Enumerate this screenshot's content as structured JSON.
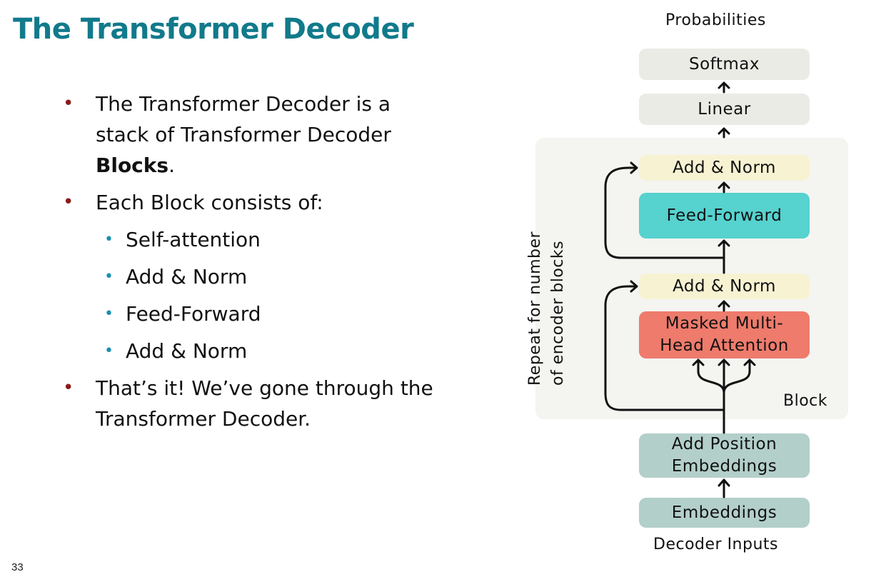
{
  "slide": {
    "title": "The Transformer Decoder",
    "page_number": "33"
  },
  "bullets": {
    "b1_text": "The Transformer Decoder is a stack of Transformer Decoder ",
    "b1_bold": "Blocks",
    "b1_end": ".",
    "b2_text": "Each Block consists of:",
    "sub1": "Self-attention",
    "sub2": "Add & Norm",
    "sub3": "Feed-Forward",
    "sub4": "Add & Norm",
    "b3_text": "That’s it! We’ve gone through the Transformer Decoder."
  },
  "diagram": {
    "probabilities": "Probabilities",
    "softmax": "Softmax",
    "linear": "Linear",
    "add_norm_top": "Add & Norm",
    "feed_forward": "Feed-Forward",
    "add_norm_bottom": "Add & Norm",
    "masked_line1": "Masked Multi-",
    "masked_line2": "Head Attention",
    "block_label": "Block",
    "repeat_line1": "Repeat  for number",
    "repeat_line2": "of encoder blocks",
    "add_position_line1": "Add Position",
    "add_position_line2": "Embeddings",
    "embeddings": "Embeddings",
    "decoder_inputs": "Decoder Inputs"
  },
  "colors": {
    "title": "#117a8b",
    "bullet_main": "#8b1a1a",
    "bullet_sub": "#1a8fb0",
    "feed_forward": "#56d2cf",
    "masked_attention": "#ee7b6c",
    "add_norm": "#f7f2d2",
    "embeddings": "#b3cfc9",
    "softmax_linear": "#ebebe6"
  }
}
